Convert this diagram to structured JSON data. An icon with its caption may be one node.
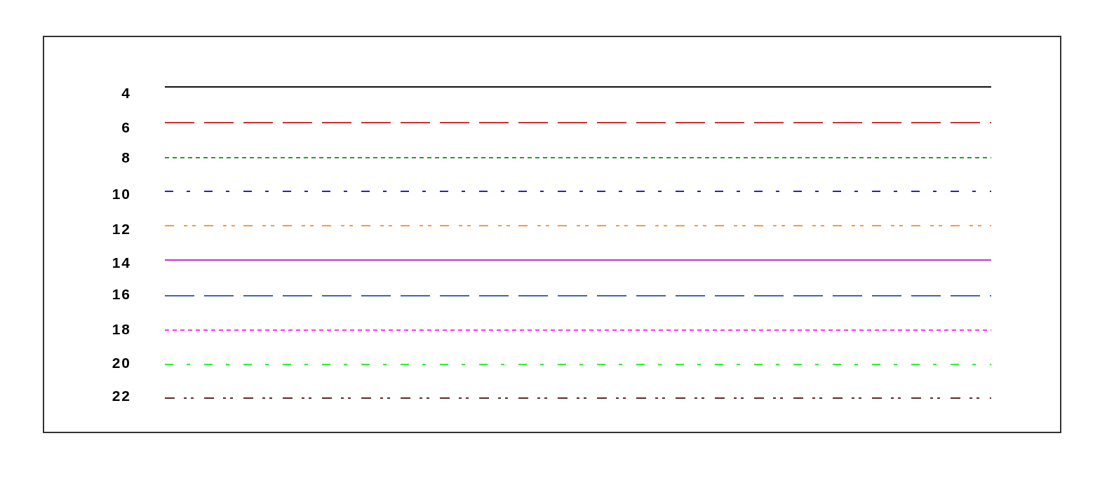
{
  "diagram": {
    "legend": [
      {
        "text": "4"
      },
      {
        "text": "6"
      },
      {
        "text": "8"
      },
      {
        "text": "10"
      },
      {
        "text": "12"
      },
      {
        "text": "14"
      },
      {
        "text": "16"
      },
      {
        "text": "18"
      },
      {
        "text": "20"
      },
      {
        "text": "22"
      }
    ]
  }
}
